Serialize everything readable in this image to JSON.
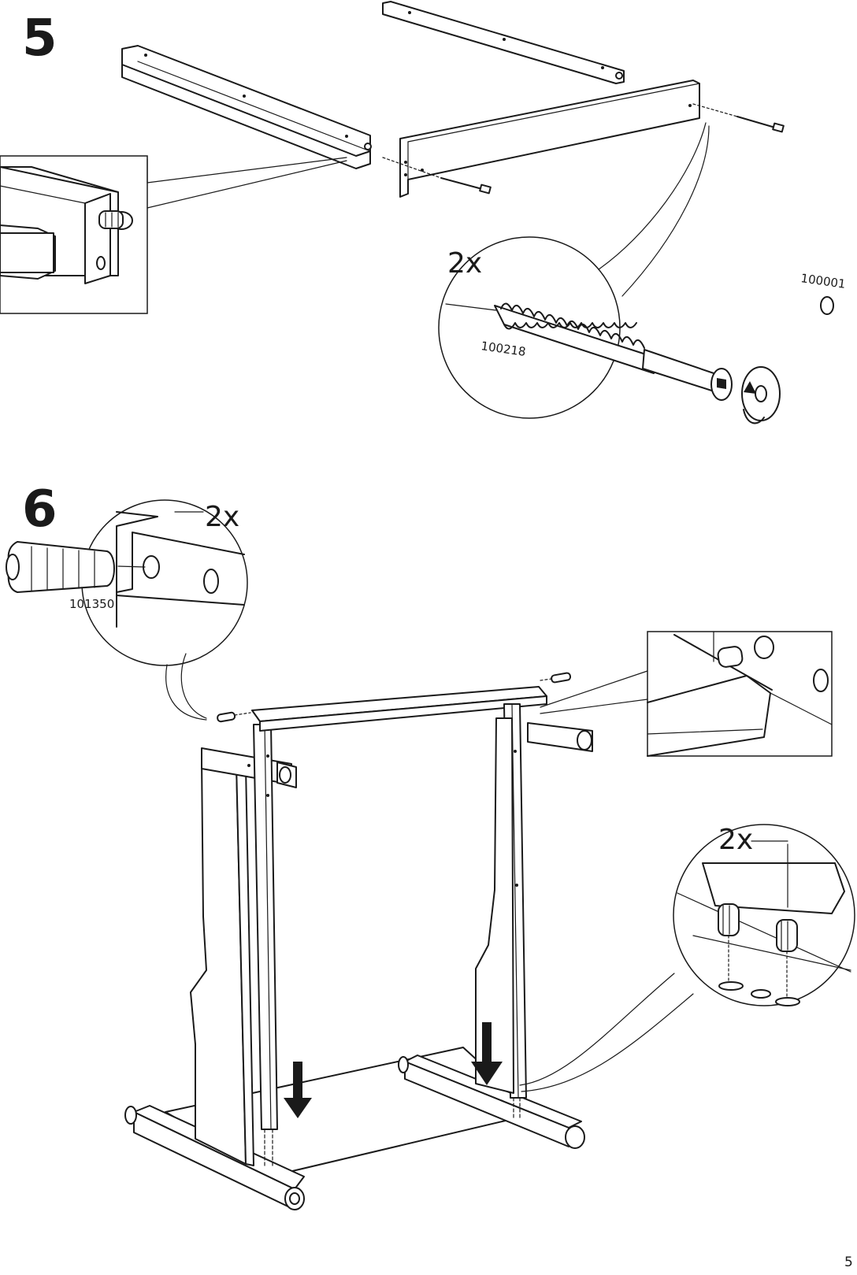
{
  "page": {
    "number": "5"
  },
  "steps": [
    {
      "number": "5",
      "callouts": [
        {
          "quantity": "2x",
          "part_ids": [
            "100218",
            "100001"
          ]
        }
      ],
      "icons": [
        "rail-part",
        "side-panel-part",
        "cam-bolt-part",
        "allen-key-part",
        "rotate-arrow-icon",
        "dowel-detail-inset"
      ]
    },
    {
      "number": "6",
      "callouts": [
        {
          "quantity": "2x",
          "part_ids": [
            "101350"
          ]
        },
        {
          "quantity": "2x",
          "part_ids": []
        }
      ],
      "icons": [
        "dowel-part",
        "desk-frame-assembly",
        "down-arrow-icon",
        "frame-corner-inset",
        "peg-insertion-detail"
      ]
    }
  ]
}
